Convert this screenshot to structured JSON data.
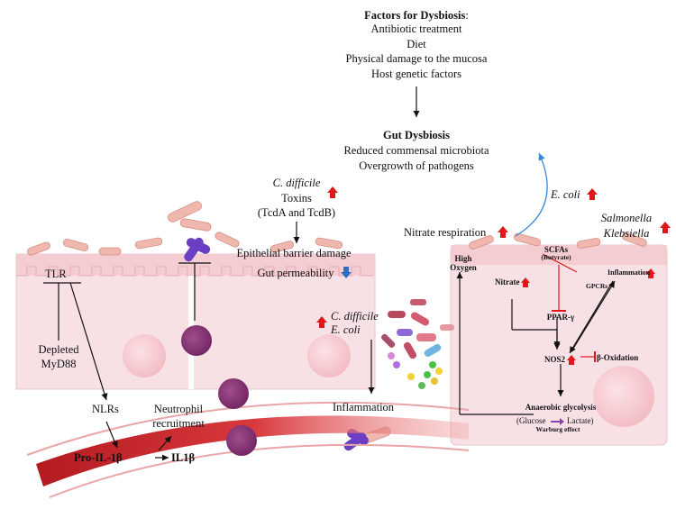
{
  "factors": {
    "title": "Factors for Dysbiosis",
    "colon": ":",
    "items": [
      "Antibiotic  treatment",
      "Diet",
      "Physical damage to the mucosa",
      "Host genetic factors"
    ]
  },
  "dysbiosis": {
    "title": "Gut Dysbiosis",
    "lines": [
      "Reduced  commensal microbiota",
      "Overgrowth  of pathogens"
    ]
  },
  "toxins": {
    "organism": "C. difficile",
    "line1": "Toxins",
    "line2": "(TcdA and TcdB)"
  },
  "barrier": {
    "damage": "Epithelial  barrier damage",
    "permeability": "Gut permeability"
  },
  "left_panel": {
    "tlr": "TLR",
    "depleted": "Depleted",
    "myd88": "MyD88",
    "nlrs": "NLRs",
    "neutrophil1": "Neutrophil",
    "neutrophil2": "recruitment",
    "pro_il1b": "Pro-IL-1β",
    "il1b": "IL1β"
  },
  "middle": {
    "org1": "C. difficile",
    "org2": "E. coli",
    "inflammation": "Inflammation"
  },
  "right_top": {
    "ecoli": "E. coli",
    "nitrate_resp": "Nitrate  respiration",
    "salmonella": "Salmonella",
    "klebsiella": "Klebsiella"
  },
  "right_panel": {
    "high": "High",
    "oxygen": "Oxygen",
    "scfas": "SCFAs",
    "butyrate": "(Butyrate)",
    "gpcrs": "GPCRs",
    "nitrate": "Nitrate",
    "inflammation": "Inflammation",
    "ppar": "PPAR-γ",
    "nos2": "NOS2",
    "beta_ox": "β-Oxidation",
    "anaerobic": "Anaerobic glycolysis",
    "glucose": "(Glucose",
    "lactate": "Lactate)",
    "warburg": "Warburg effect"
  },
  "colors": {
    "up_arrow": "#e0181b",
    "down_arrow": "#2f6fc0",
    "curve_arrow": "#3b8ad9",
    "inhibit": "#e0181b",
    "tissue": "#f7dfe2",
    "blood": "#c8242a"
  }
}
